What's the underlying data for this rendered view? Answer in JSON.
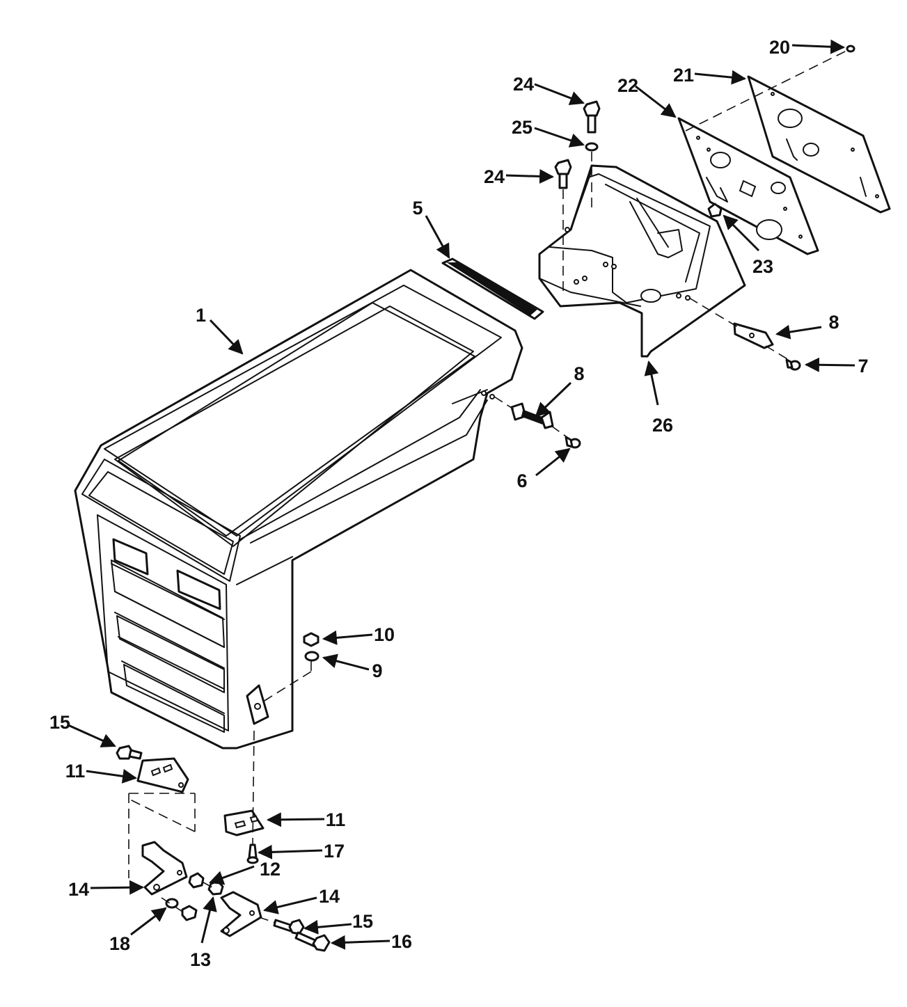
{
  "callouts": [
    {
      "id": "c1",
      "label": "1"
    },
    {
      "id": "c5",
      "label": "5"
    },
    {
      "id": "c6",
      "label": "6"
    },
    {
      "id": "c7",
      "label": "7"
    },
    {
      "id": "c8a",
      "label": "8"
    },
    {
      "id": "c8b",
      "label": "8"
    },
    {
      "id": "c9",
      "label": "9"
    },
    {
      "id": "c10",
      "label": "10"
    },
    {
      "id": "c11a",
      "label": "11"
    },
    {
      "id": "c11b",
      "label": "11"
    },
    {
      "id": "c12",
      "label": "12"
    },
    {
      "id": "c13",
      "label": "13"
    },
    {
      "id": "c14a",
      "label": "14"
    },
    {
      "id": "c14b",
      "label": "14"
    },
    {
      "id": "c15a",
      "label": "15"
    },
    {
      "id": "c15b",
      "label": "15"
    },
    {
      "id": "c16",
      "label": "16"
    },
    {
      "id": "c17",
      "label": "17"
    },
    {
      "id": "c18",
      "label": "18"
    },
    {
      "id": "c20",
      "label": "20"
    },
    {
      "id": "c21",
      "label": "21"
    },
    {
      "id": "c22",
      "label": "22"
    },
    {
      "id": "c23",
      "label": "23"
    },
    {
      "id": "c24a",
      "label": "24"
    },
    {
      "id": "c24b",
      "label": "24"
    },
    {
      "id": "c25",
      "label": "25"
    },
    {
      "id": "c26",
      "label": "26"
    }
  ],
  "colors": {
    "ink": "#111111",
    "paper": "#ffffff"
  }
}
